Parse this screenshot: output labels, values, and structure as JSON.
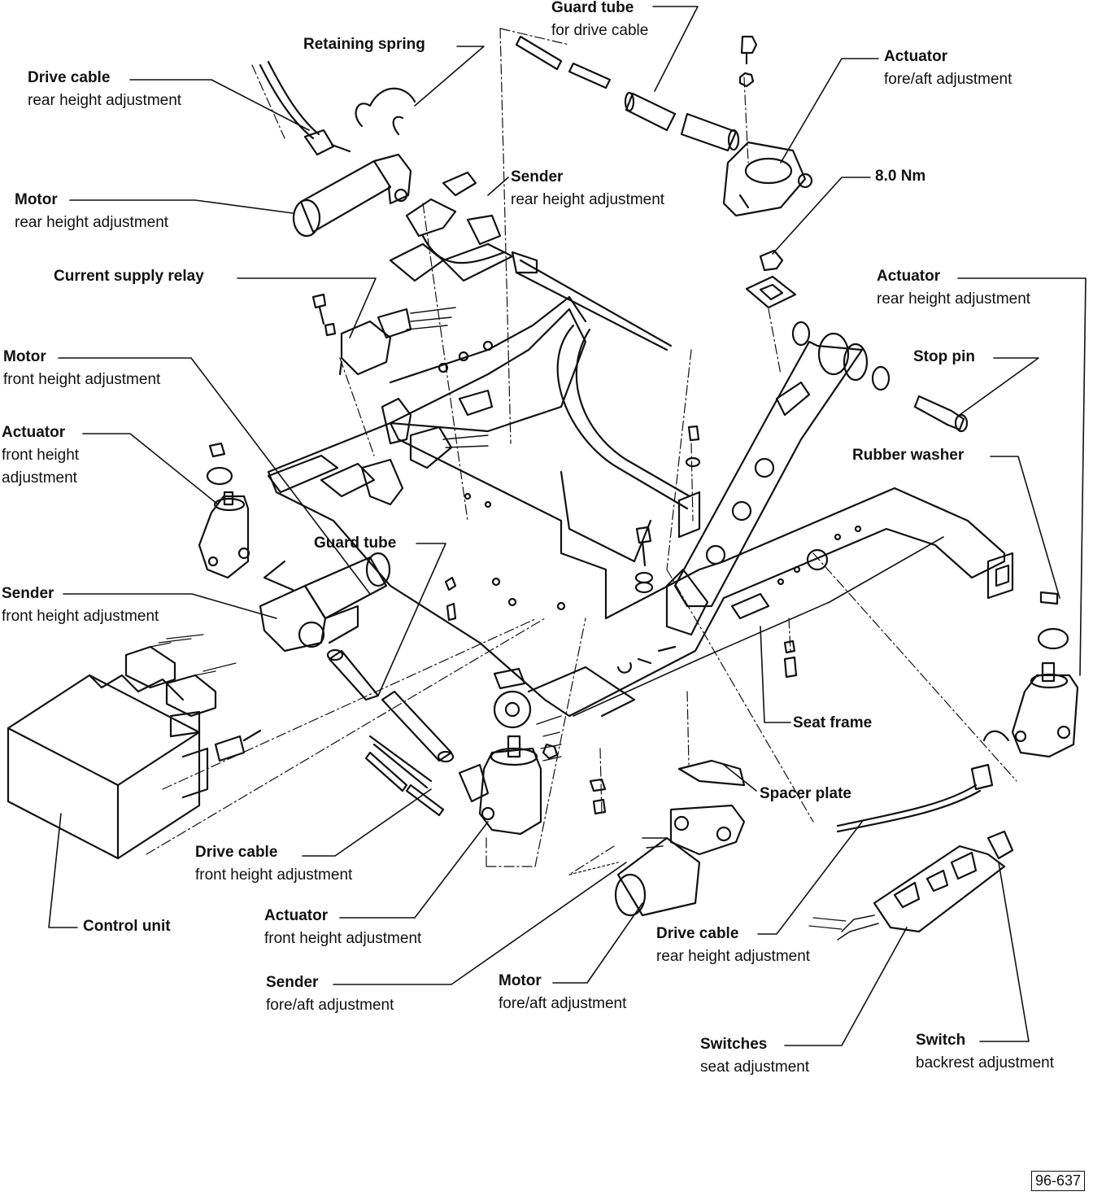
{
  "labels": {
    "guard_tube_top": {
      "title": "Guard tube",
      "sub": "for drive cable"
    },
    "retaining_spring": {
      "title": "Retaining spring",
      "sub": ""
    },
    "actuator_fore_aft": {
      "title": "Actuator",
      "sub": "fore/aft adjustment"
    },
    "drive_cable_rear_top": {
      "title": "Drive cable",
      "sub": "rear height adjustment"
    },
    "motor_rear": {
      "title": "Motor",
      "sub": "rear height adjustment"
    },
    "sender_rear": {
      "title": "Sender",
      "sub": "rear height adjustment"
    },
    "torque": {
      "title": "8.0 Nm",
      "sub": ""
    },
    "current_relay": {
      "title": "Current supply relay",
      "sub": ""
    },
    "actuator_rear": {
      "title": "Actuator",
      "sub": "rear height adjustment"
    },
    "motor_front": {
      "title": "Motor",
      "sub": "front height adjustment"
    },
    "stop_pin": {
      "title": "Stop pin",
      "sub": ""
    },
    "actuator_front_left": {
      "title": "Actuator",
      "sub": "front height",
      "sub2": "adjustment"
    },
    "rubber_washer": {
      "title": "Rubber washer",
      "sub": ""
    },
    "guard_tube_mid": {
      "title": "Guard tube",
      "sub": ""
    },
    "sender_front": {
      "title": "Sender",
      "sub": "front height adjustment"
    },
    "seat_frame": {
      "title": "Seat frame",
      "sub": ""
    },
    "spacer_plate": {
      "title": "Spacer plate",
      "sub": ""
    },
    "drive_cable_front": {
      "title": "Drive cable",
      "sub": "front height adjustment"
    },
    "control_unit": {
      "title": "Control unit",
      "sub": ""
    },
    "actuator_front": {
      "title": "Actuator",
      "sub": "front height adjustment"
    },
    "drive_cable_rear": {
      "title": "Drive cable",
      "sub": "rear height adjustment"
    },
    "sender_fore_aft": {
      "title": "Sender",
      "sub": "fore/aft adjustment"
    },
    "motor_fore_aft": {
      "title": "Motor",
      "sub": "fore/aft adjustment"
    },
    "switches_seat": {
      "title": "Switches",
      "sub": "seat adjustment"
    },
    "switch_backrest": {
      "title": "Switch",
      "sub": "backrest adjustment"
    }
  },
  "figure_ref": "96-637"
}
